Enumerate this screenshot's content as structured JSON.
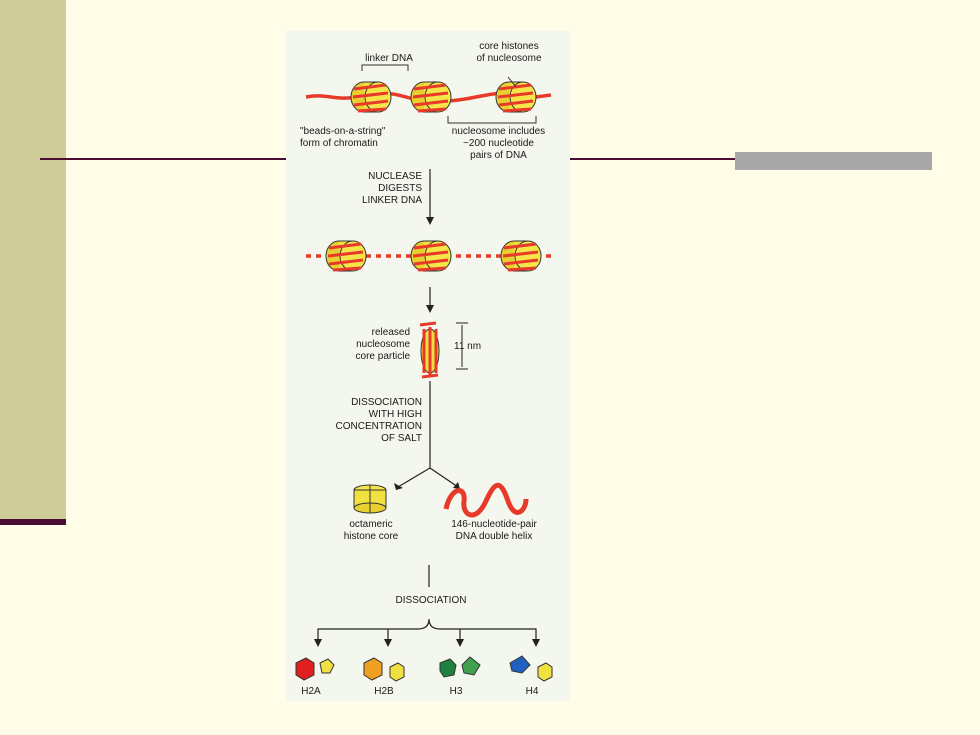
{
  "labels": {
    "linker_dna": "linker DNA",
    "core_histones": "core histones\nof nucleosome",
    "beads_on_string": "\"beads-on-a-string\"\nform of chromatin",
    "nucleosome_includes": "nucleosome includes\n~200 nucleotide\npairs of DNA",
    "nuclease_step": "NUCLEASE\nDIGESTS\nLINKER DNA",
    "released_particle": "released\nnucleosome\ncore particle",
    "size": "11 nm",
    "dissociation_salt": "DISSOCIATION\nWITH HIGH\nCONCENTRATION\nOF SALT",
    "octameric_core": "octameric\nhistone core",
    "dna_helix": "146-nucleotide-pair\nDNA double helix",
    "dissociation": "DISSOCIATION",
    "h2a": "H2A",
    "h2b": "H2B",
    "h3": "H3",
    "h4": "H4"
  },
  "colors": {
    "background": "#fffde7",
    "sidebar": "#cfcc9a",
    "accent_line": "#4a0c34",
    "grey_block": "#a8a8a8",
    "panel": "#f4f7ee",
    "dna": "#e83a2a",
    "histone": "#f0e040",
    "h2a": "#e02020",
    "h2b": "#f0a020",
    "h3": "#208040",
    "h4": "#2060c0"
  }
}
